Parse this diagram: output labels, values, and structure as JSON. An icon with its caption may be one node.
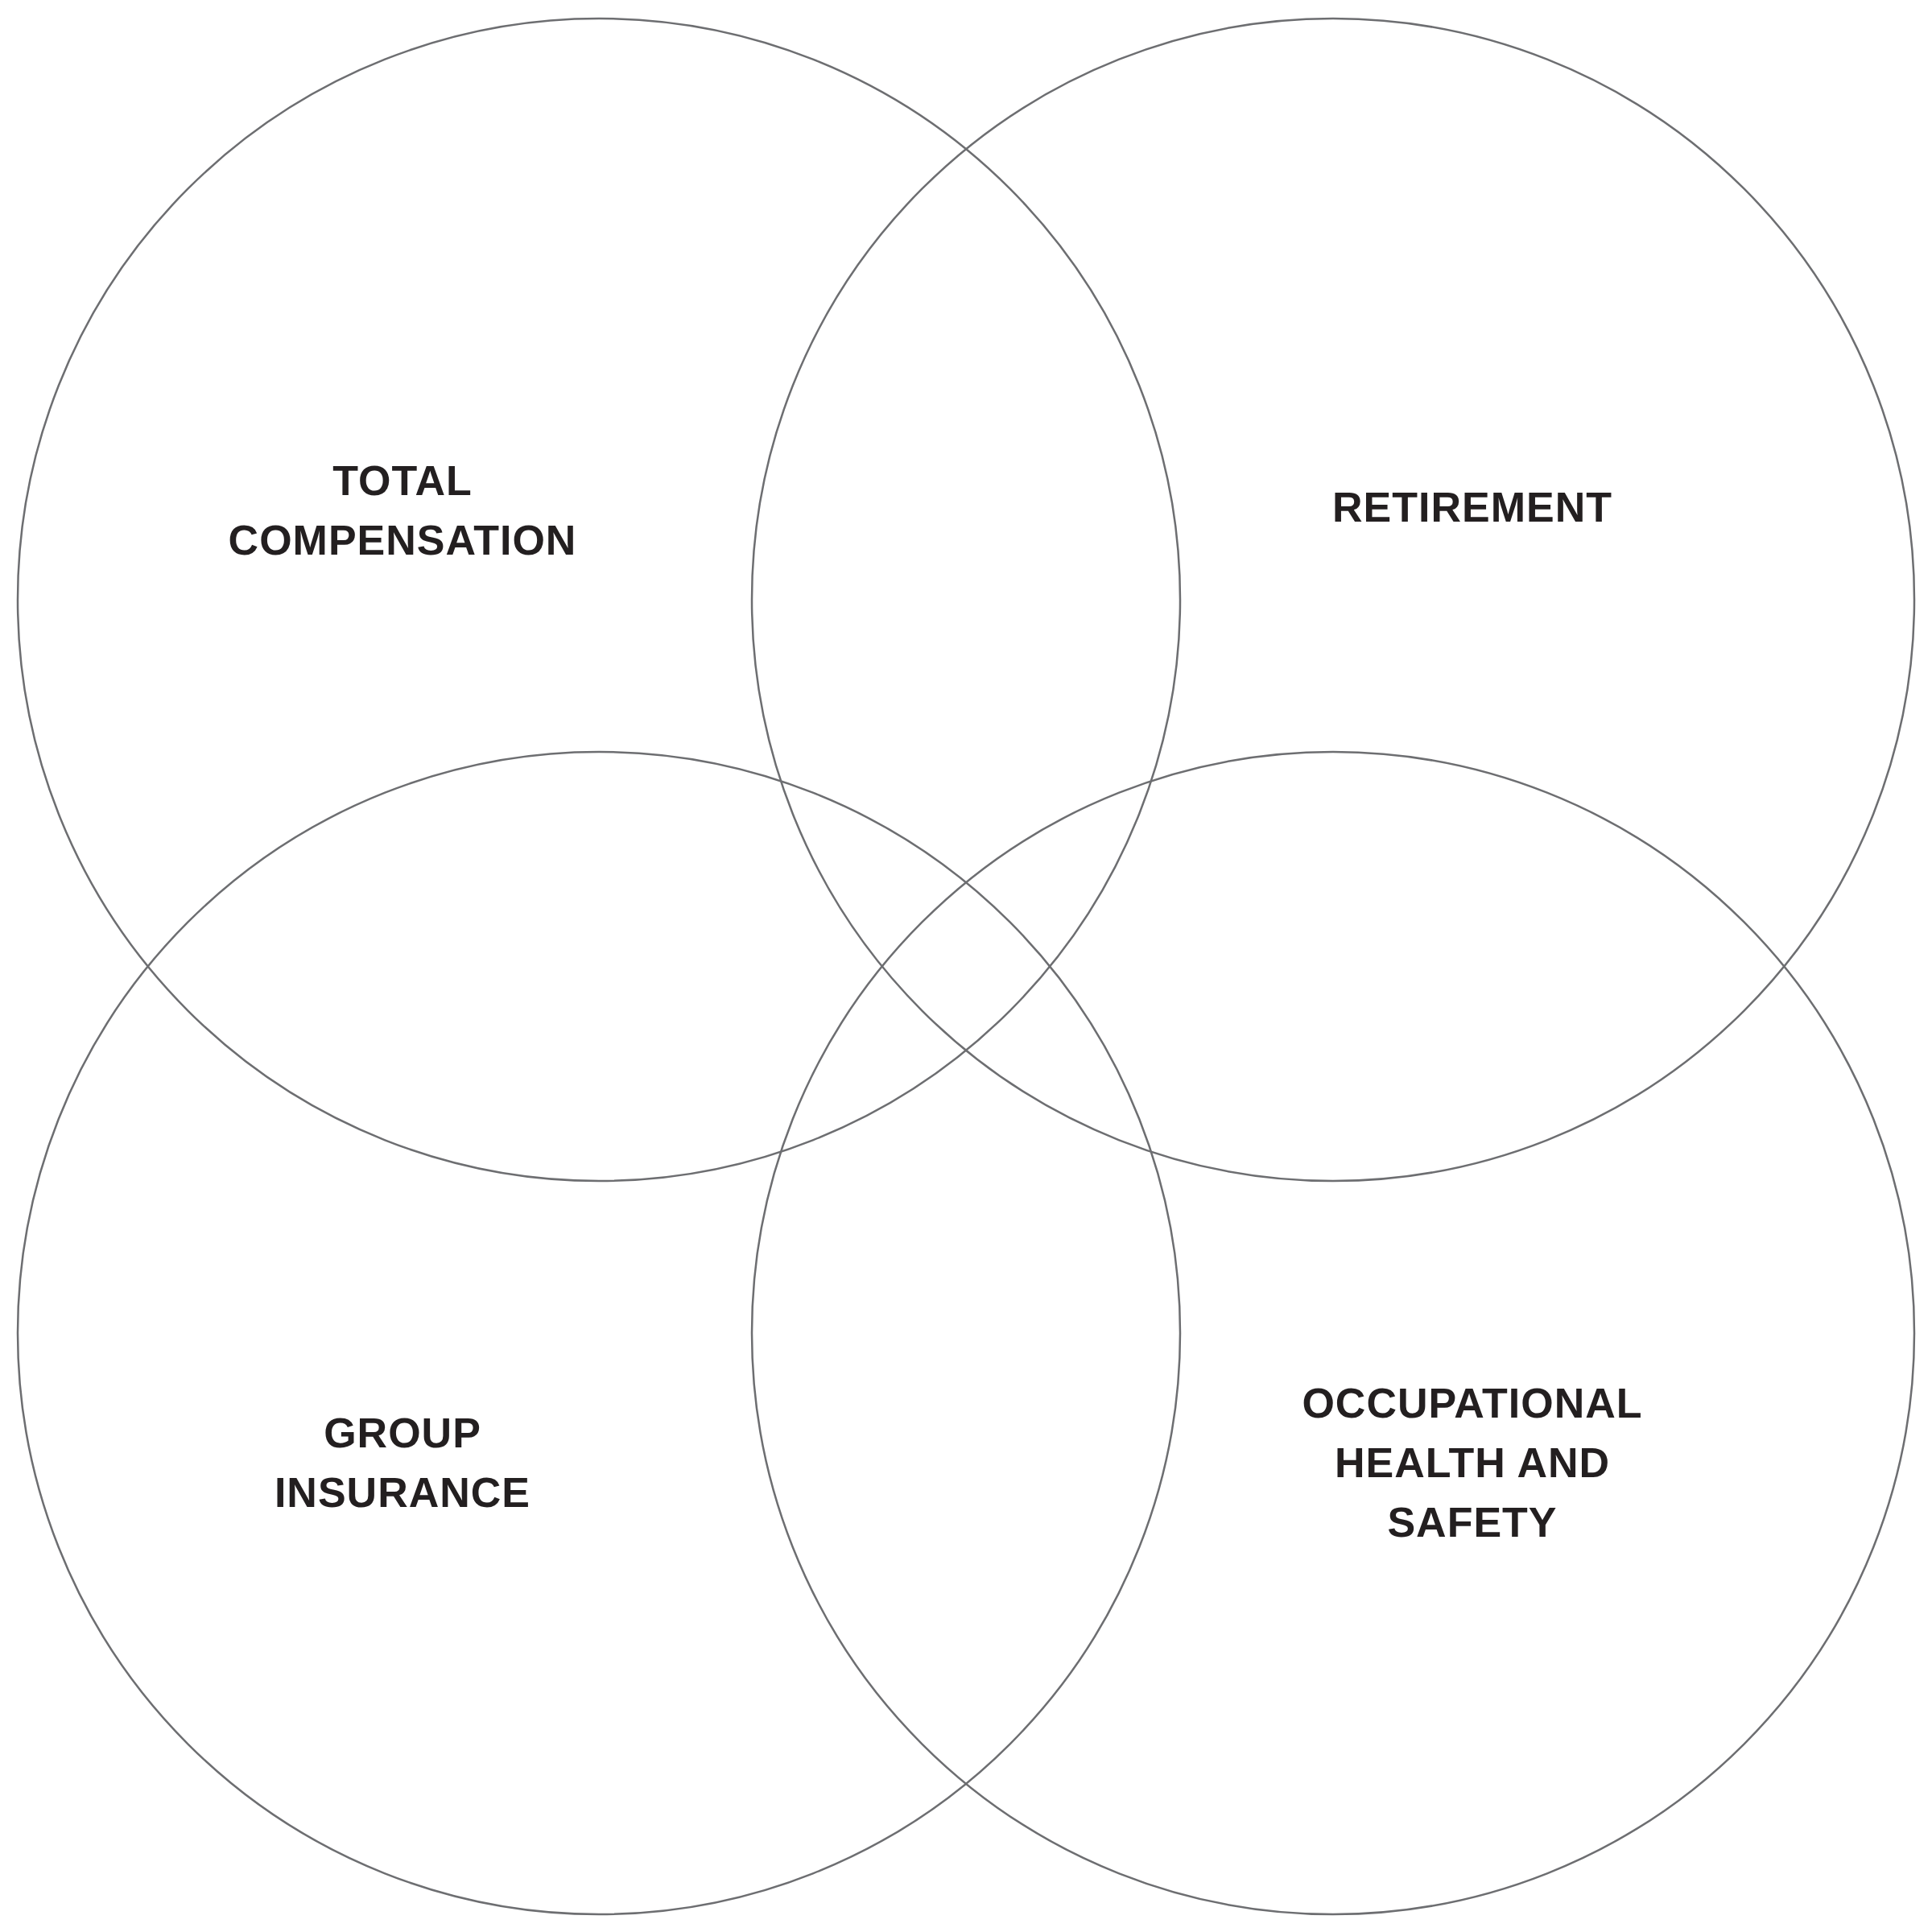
{
  "diagram": {
    "nodes": [
      {
        "text": [
          "TOTAL COMPENSATION"
        ]
      },
      {
        "text": [
          "RETIREMENT"
        ]
      },
      {
        "text": [
          "GROUP INSURANCE"
        ]
      },
      {
        "text": [
          "OCCUPATIONAL HEALTH AND SAFETY"
        ]
      }
    ],
    "edges": []
  }
}
